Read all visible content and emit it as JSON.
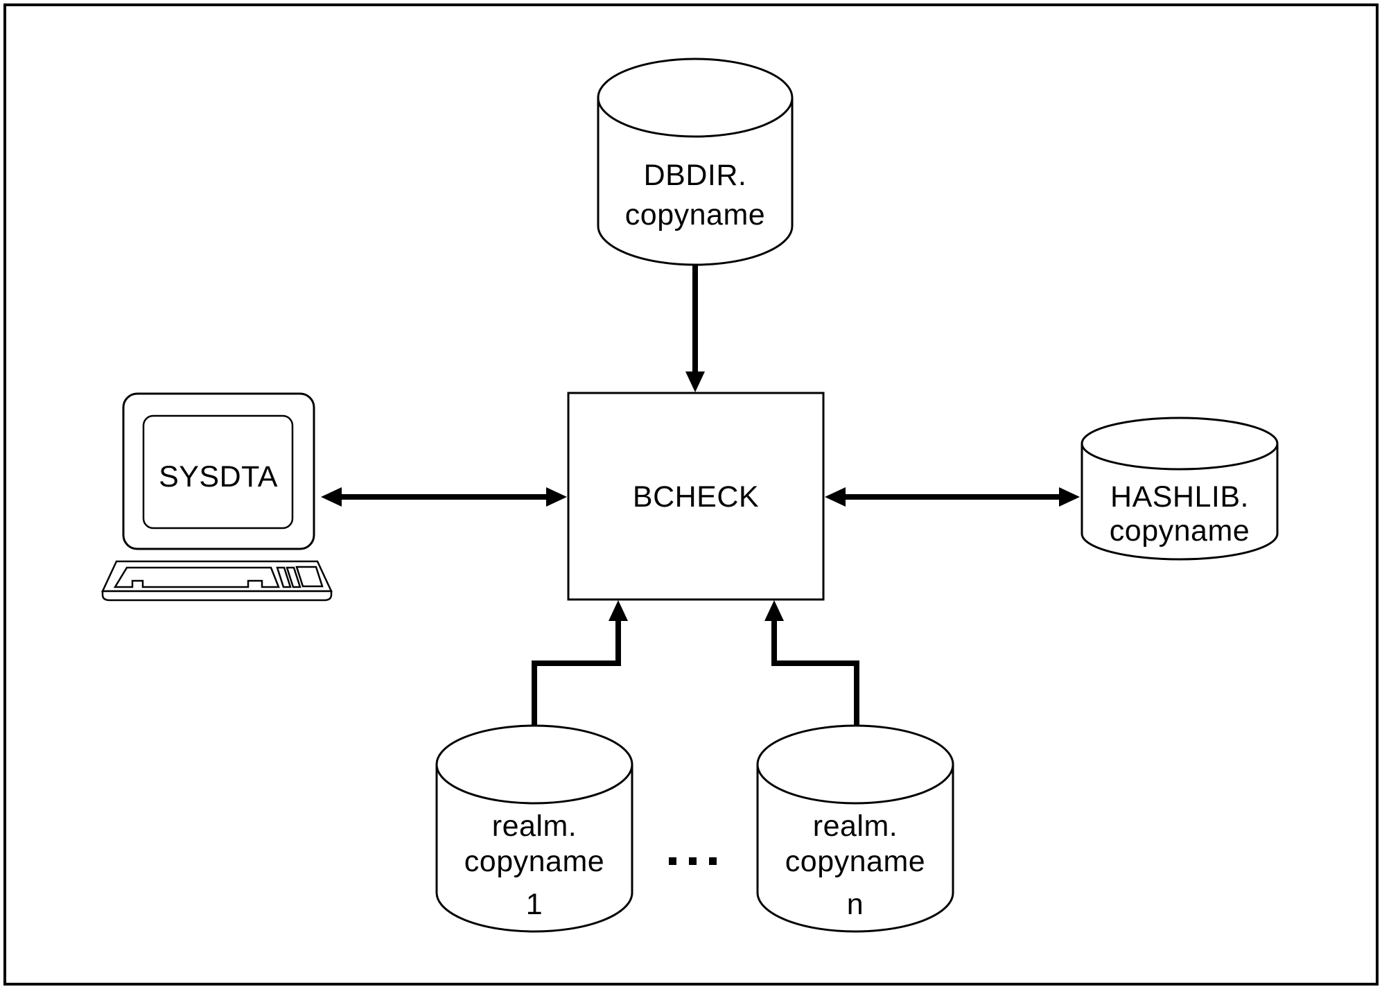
{
  "page": {
    "background": "#ffffff",
    "line_color": "#000000"
  },
  "nodes": {
    "dbdir_disk": {
      "type": "disk",
      "line1": "DBDIR.",
      "line2": "copyname"
    },
    "bcheck_box": {
      "type": "process",
      "label": "BCHECK"
    },
    "sysdta_terminal": {
      "type": "terminal",
      "screen_label": "SYSDTA"
    },
    "hashlib_disk": {
      "type": "disk",
      "line1": "HASHLIB.",
      "line2": "copyname"
    },
    "realm_disk_1": {
      "type": "disk",
      "line1": "realm.",
      "line2": "copyname",
      "line3": "1"
    },
    "realm_disk_n": {
      "type": "disk",
      "line1": "realm.",
      "line2": "copyname",
      "line3": "n"
    }
  },
  "connections": [
    {
      "from": "dbdir_disk",
      "to": "bcheck_box",
      "style": "one-way-down"
    },
    {
      "from": "sysdta_terminal",
      "to": "bcheck_box",
      "style": "two-way"
    },
    {
      "from": "bcheck_box",
      "to": "hashlib_disk",
      "style": "two-way"
    },
    {
      "from": "realm_disk_1",
      "to": "bcheck_box",
      "style": "one-way-elbow-up"
    },
    {
      "from": "realm_disk_n",
      "to": "bcheck_box",
      "style": "one-way-elbow-up"
    }
  ],
  "ellipsis": "..."
}
